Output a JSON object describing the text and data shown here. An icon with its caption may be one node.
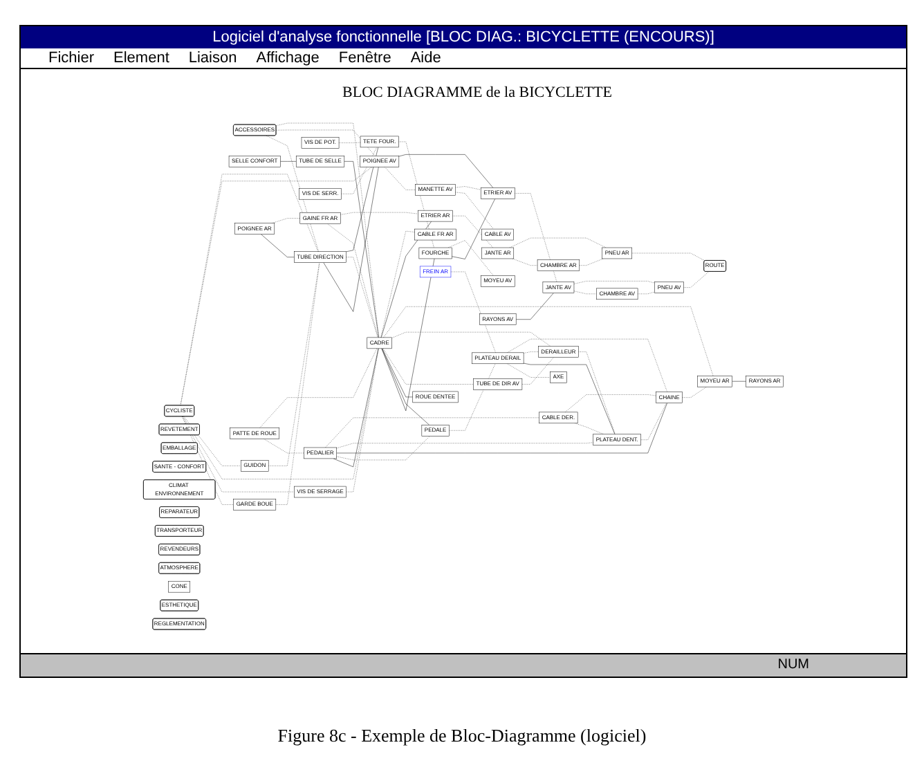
{
  "diagram": {
    "title": "BLOC DIAGRAMME de la BICYCLETTE",
    "caption": "Figure 8c - Exemple de Bloc-Diagramme (logiciel)",
    "nodes": [
      {
        "text": [
          "REVETEMENT"
        ]
      },
      {
        "text": [
          "EMBALLAGE"
        ]
      },
      {
        "text": [
          "SANTE - CONFORT"
        ]
      },
      {
        "text": [
          "CLIMAT ENVIRONNEMENT"
        ]
      },
      {
        "text": [
          "REPARATEUR"
        ]
      },
      {
        "text": [
          "TRANSPORTEUR"
        ]
      },
      {
        "text": [
          "REVENDEURS"
        ]
      },
      {
        "text": [
          "ATMOSPHERE"
        ]
      },
      {
        "text": [
          "CYCLISTE"
        ]
      },
      {
        "text": [
          "ACCESSOIRES"
        ]
      },
      {
        "text": [
          "SELLE CONFORT"
        ]
      },
      {
        "text": [
          "TUBE DE SELLE"
        ]
      },
      {
        "text": [
          "GUIDON"
        ]
      },
      {
        "text": [
          "POIGNEE AV"
        ]
      },
      {
        "text": [
          "GARDE BOUE"
        ]
      },
      {
        "text": [
          "POIGNEE AR"
        ]
      },
      {
        "text": [
          "TUBE DIRECTION"
        ]
      },
      {
        "text": [
          "CABLE FR AR"
        ]
      },
      {
        "text": [
          "VIS DE POT."
        ]
      },
      {
        "text": [
          "PATTE DE ROUE"
        ]
      },
      {
        "text": [
          "VIS DE SERRAGE"
        ]
      },
      {
        "text": [
          "CONE"
        ]
      },
      {
        "text": [
          "TETE FOUR."
        ]
      },
      {
        "text": [
          "MANETTE AV"
        ]
      },
      {
        "text": [
          "CABLE AV"
        ]
      },
      {
        "text": [
          "GAINE FR AR"
        ]
      },
      {
        "text": [
          "VIS DE SERR."
        ]
      },
      {
        "text": [
          "PEDALIER"
        ]
      },
      {
        "text": [
          "CADRE"
        ]
      },
      {
        "text": [
          "FOURCHE"
        ]
      },
      {
        "text": [
          "PEDALE"
        ]
      },
      {
        "text": [
          "ROUE DENTEE"
        ]
      },
      {
        "text": [
          "FREIN AR"
        ]
      },
      {
        "text": [
          "PLATEAU DERAIL"
        ]
      },
      {
        "text": [
          "TUBE DE DIR AV"
        ]
      },
      {
        "text": [
          "ETRIER AV"
        ]
      },
      {
        "text": [
          "AXE"
        ]
      },
      {
        "text": [
          "DERAILLEUR"
        ]
      },
      {
        "text": [
          "CABLE DER."
        ]
      },
      {
        "text": [
          "ETRIER AR"
        ]
      },
      {
        "text": [
          "MOYEU AV"
        ]
      },
      {
        "text": [
          "MOYEU AR"
        ]
      },
      {
        "text": [
          "PLATEAU DENT."
        ]
      },
      {
        "text": [
          "RAYONS AV"
        ]
      },
      {
        "text": [
          "JANTE AV"
        ]
      },
      {
        "text": [
          "RAYONS AR"
        ]
      },
      {
        "text": [
          "JANTE AR"
        ]
      },
      {
        "text": [
          "CHAMBRE AV"
        ]
      },
      {
        "text": [
          "CHAINE"
        ]
      },
      {
        "text": [
          "CHAMBRE AR"
        ]
      },
      {
        "text": [
          "PNEU AR"
        ]
      },
      {
        "text": [
          "PNEU AV"
        ]
      },
      {
        "text": [
          "ROUTE"
        ]
      },
      {
        "text": [
          "ESTHETIQUE"
        ]
      },
      {
        "text": [
          "REGLEMENTATION"
        ]
      }
    ],
    "edges": [
      {
        "from": 8,
        "to": 14,
        "arrow": "none",
        "style": "dashed"
      },
      {
        "from": 8,
        "to": 20,
        "arrow": "none",
        "style": "dashed"
      },
      {
        "from": 8,
        "to": 28,
        "arrow": "none",
        "style": "dashed"
      },
      {
        "from": 8,
        "to": 12,
        "arrow": "none",
        "style": "dashed"
      },
      {
        "from": 8,
        "to": 13,
        "arrow": "none",
        "style": "dashed"
      },
      {
        "from": 8,
        "to": 16,
        "arrow": "none",
        "style": "dashed"
      },
      {
        "from": 9,
        "to": 16,
        "arrow": "none",
        "style": "dashed"
      },
      {
        "from": 9,
        "to": 13,
        "arrow": "none",
        "style": "dashed"
      },
      {
        "from": 9,
        "to": 28,
        "arrow": "none",
        "style": "dashed"
      },
      {
        "from": 10,
        "to": 11,
        "arrow": "none"
      },
      {
        "from": 11,
        "to": 28,
        "arrow": "none"
      },
      {
        "from": 14,
        "to": 16,
        "arrow": "none",
        "style": "dashed"
      },
      {
        "from": 12,
        "to": 16,
        "arrow": "none",
        "style": "dashed"
      },
      {
        "from": 15,
        "to": 16,
        "arrow": "none"
      },
      {
        "from": 15,
        "to": 25,
        "arrow": "none",
        "style": "dashed"
      },
      {
        "from": 16,
        "to": 13,
        "arrow": "none"
      },
      {
        "from": 16,
        "to": 28,
        "arrow": "none",
        "style": "dashed"
      },
      {
        "from": 16,
        "to": 22,
        "arrow": "none"
      },
      {
        "from": 18,
        "to": 22,
        "arrow": "none",
        "style": "dashed"
      },
      {
        "from": 22,
        "to": 29,
        "arrow": "none",
        "style": "dashed"
      },
      {
        "from": 26,
        "to": 22,
        "arrow": "none",
        "style": "dashed"
      },
      {
        "from": 13,
        "to": 23,
        "arrow": "none",
        "style": "dashed"
      },
      {
        "from": 13,
        "to": 35,
        "arrow": "none"
      },
      {
        "from": 23,
        "to": 24,
        "arrow": "none",
        "style": "dashed"
      },
      {
        "from": 23,
        "to": 35,
        "arrow": "none",
        "style": "dashed"
      },
      {
        "from": 19,
        "to": 27,
        "arrow": "none",
        "style": "dashed"
      },
      {
        "from": 19,
        "to": 28,
        "arrow": "none",
        "style": "dashed"
      },
      {
        "from": 20,
        "to": 28,
        "arrow": "none",
        "style": "dashed"
      },
      {
        "from": 25,
        "to": 28,
        "arrow": "none",
        "style": "dashed"
      },
      {
        "from": 25,
        "to": 39,
        "arrow": "none",
        "style": "dashed"
      },
      {
        "from": 27,
        "to": 28,
        "arrow": "none"
      },
      {
        "from": 27,
        "to": 30,
        "arrow": "none",
        "style": "dashed"
      },
      {
        "from": 27,
        "to": 48,
        "arrow": "none"
      },
      {
        "from": 27,
        "to": 42,
        "arrow": "none",
        "style": "dashed"
      },
      {
        "from": 27,
        "to": 38,
        "arrow": "none",
        "style": "dashed"
      },
      {
        "from": 28,
        "to": 29,
        "arrow": "none"
      },
      {
        "from": 28,
        "to": 30,
        "arrow": "none"
      },
      {
        "from": 28,
        "to": 31,
        "arrow": "none"
      },
      {
        "from": 28,
        "to": 34,
        "arrow": "none",
        "style": "dashed"
      },
      {
        "from": 28,
        "to": 37,
        "arrow": "none",
        "style": "dashed"
      },
      {
        "from": 28,
        "to": 41,
        "arrow": "none",
        "style": "dashed"
      },
      {
        "from": 28,
        "to": 39,
        "arrow": "none"
      },
      {
        "from": 28,
        "to": 17,
        "arrow": "none",
        "style": "dashed"
      },
      {
        "from": 29,
        "to": 35,
        "arrow": "none"
      },
      {
        "from": 29,
        "to": 40,
        "arrow": "none",
        "style": "dashed"
      },
      {
        "from": 30,
        "to": 33,
        "arrow": "none",
        "style": "dashed"
      },
      {
        "from": 32,
        "to": 33,
        "arrow": "none",
        "style": "dashed"
      },
      {
        "from": 33,
        "to": 36,
        "arrow": "none",
        "style": "dashed"
      },
      {
        "from": 33,
        "to": 42,
        "arrow": "none"
      },
      {
        "from": 33,
        "to": 37,
        "arrow": "none",
        "style": "dashed"
      },
      {
        "from": 33,
        "to": 48,
        "arrow": "none",
        "style": "dashed"
      },
      {
        "from": 34,
        "to": 37,
        "arrow": "none",
        "style": "dashed"
      },
      {
        "from": 38,
        "to": 42,
        "arrow": "none",
        "style": "dashed"
      },
      {
        "from": 38,
        "to": 48,
        "arrow": "none",
        "style": "dashed"
      },
      {
        "from": 37,
        "to": 42,
        "arrow": "none",
        "style": "dashed"
      },
      {
        "from": 42,
        "to": 48,
        "arrow": "none",
        "style": "dashed"
      },
      {
        "from": 48,
        "to": 41,
        "arrow": "none",
        "style": "dashed"
      },
      {
        "from": 41,
        "to": 45,
        "arrow": "none"
      },
      {
        "from": 39,
        "to": 46,
        "arrow": "none",
        "style": "dashed"
      },
      {
        "from": 46,
        "to": 49,
        "arrow": "none",
        "style": "dashed"
      },
      {
        "from": 46,
        "to": 50,
        "arrow": "none",
        "style": "dashed"
      },
      {
        "from": 49,
        "to": 50,
        "arrow": "none",
        "style": "dashed"
      },
      {
        "from": 50,
        "to": 52,
        "arrow": "none",
        "style": "dashed"
      },
      {
        "from": 35,
        "to": 44,
        "arrow": "none",
        "style": "dashed"
      },
      {
        "from": 43,
        "to": 44,
        "arrow": "none"
      },
      {
        "from": 44,
        "to": 47,
        "arrow": "none",
        "style": "dashed"
      },
      {
        "from": 44,
        "to": 51,
        "arrow": "none",
        "style": "dashed"
      },
      {
        "from": 47,
        "to": 51,
        "arrow": "none",
        "style": "dashed"
      },
      {
        "from": 51,
        "to": 52,
        "arrow": "none",
        "style": "dashed"
      }
    ],
    "labels": [
      "Logiciel d'analyse fonctionnelle [BLOC DIAG.: BICYCLETTE (ENCOURS)]",
      "Fichier",
      "Element",
      "Liaison",
      "Affichage",
      "Fenêtre",
      "Aide",
      "NUM"
    ]
  }
}
